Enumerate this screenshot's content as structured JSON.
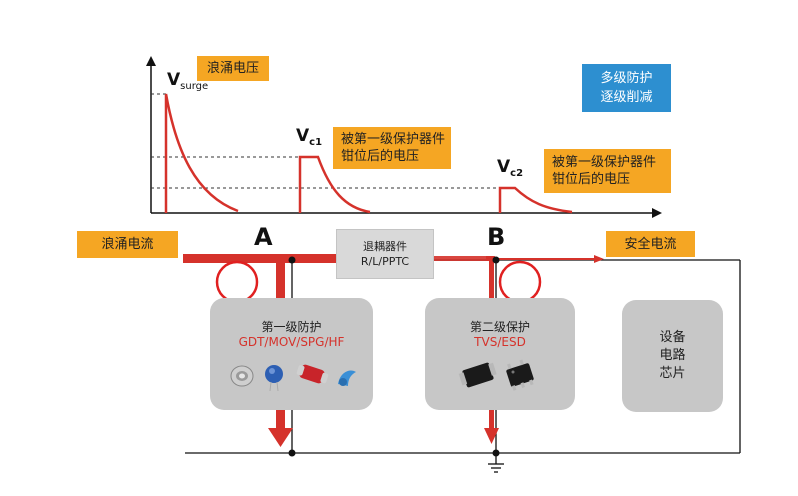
{
  "top_right_box": {
    "line1": "多级防护",
    "line2": "逐级削减"
  },
  "waveform": {
    "surge_tag": "浪涌电压",
    "v_surge": {
      "letter": "V",
      "sub": "surge"
    },
    "vc1": {
      "letter": "V",
      "sub": "c1"
    },
    "vc1_note": {
      "line1": "被第一级保护器件",
      "line2": "钳位后的电压"
    },
    "vc2": {
      "letter": "V",
      "sub": "c2"
    },
    "vc2_note": {
      "line1": "被第一级保护器件",
      "line2": "钳位后的电压"
    }
  },
  "circuit": {
    "surge_current_tag": "浪涌电流",
    "safe_current_tag": "安全电流",
    "node_a": "A",
    "node_b": "B",
    "coupler": {
      "line1": "退耦器件",
      "line2": "R/L/PPTC"
    },
    "stage1": {
      "title": "第一级防护",
      "parts": "GDT/MOV/SPG/HF"
    },
    "stage2": {
      "title": "第二级保护",
      "parts": "TVS/ESD"
    },
    "device": {
      "line1": "设备",
      "line2": "电路",
      "line3": "芯片"
    }
  },
  "colors": {
    "surge_red": "#d5322b",
    "tag_orange": "#f5a623",
    "info_blue": "#2d8fd0",
    "block_gray": "#c7c7c7"
  }
}
